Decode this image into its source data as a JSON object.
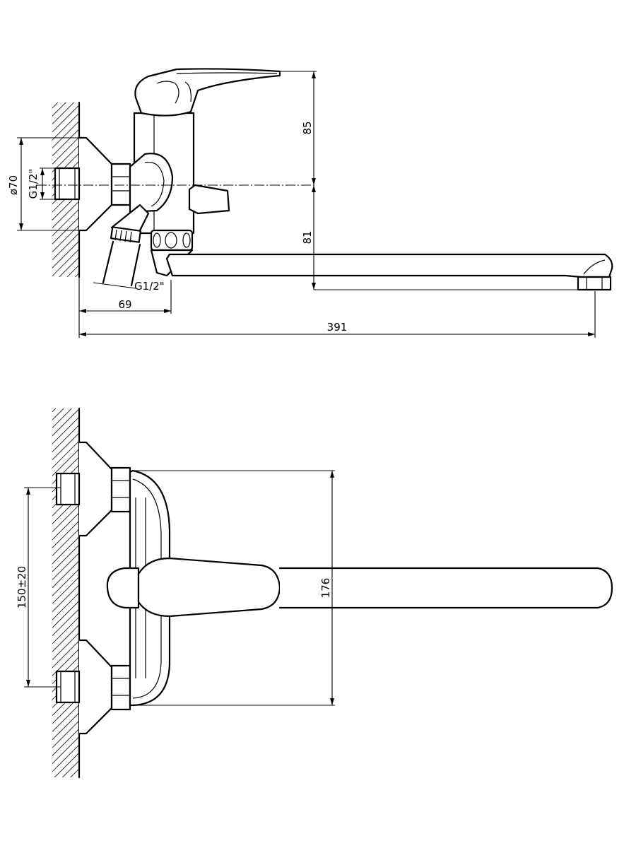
{
  "side_view": {
    "dim_height_upper": "85",
    "dim_height_lower": "81",
    "dim_diameter": "ø70",
    "dim_thread_inlet": "G1/2\"",
    "dim_thread_shower": "G1/2\"",
    "dim_depth": "69",
    "dim_length": "391"
  },
  "front_view": {
    "dim_inlet_spacing": "150±20",
    "dim_height": "176"
  }
}
